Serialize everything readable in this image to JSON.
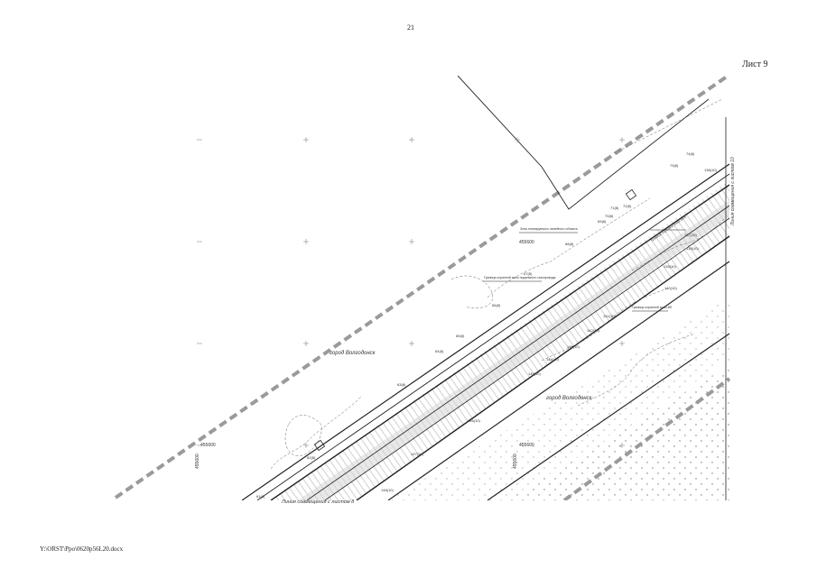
{
  "page": {
    "page_number": "21",
    "sheet_label": "Лист 9",
    "file_path": "Y:\\ORST\\Ppo\\0620p56L20.docx"
  },
  "map": {
    "town_label_left": "город Волгодонск",
    "town_label_right": "город Волгодонск",
    "match_line_bottom": "Линия совмещения с листом 8",
    "match_line_right": "Линия совмещения с листом 10",
    "coord_labels": [
      "455600",
      "455600",
      "455600",
      "455600",
      "455600"
    ],
    "callout_notes": [
      "Зона планируемого линейного объекта",
      "Граница охранной зоны подземного газопровода",
      "Граница охранной зоны ВЛ",
      "Граница охранной зоны сети"
    ],
    "point_labels_upper": [
      "61(8)",
      "62(8)",
      "63(8)",
      "64(8)",
      "65(8)",
      "66(8)",
      "67(8)",
      "68(8)",
      "69(8)",
      "70(8)",
      "71(8)",
      "72(8)",
      "73(8)",
      "74(8)"
    ],
    "point_labels_lower": [
      "140(10)",
      "141(10)",
      "142(10)",
      "143(10)",
      "144(10)",
      "145(10)",
      "146(10)",
      "147(10)",
      "148(10)",
      "136(10)",
      "137(10)",
      "138(10)",
      "139(10)"
    ],
    "colors": {
      "line": "#222222",
      "dashed_boundary": "#9a9a9a",
      "hatch": "#bdbdbd"
    }
  }
}
